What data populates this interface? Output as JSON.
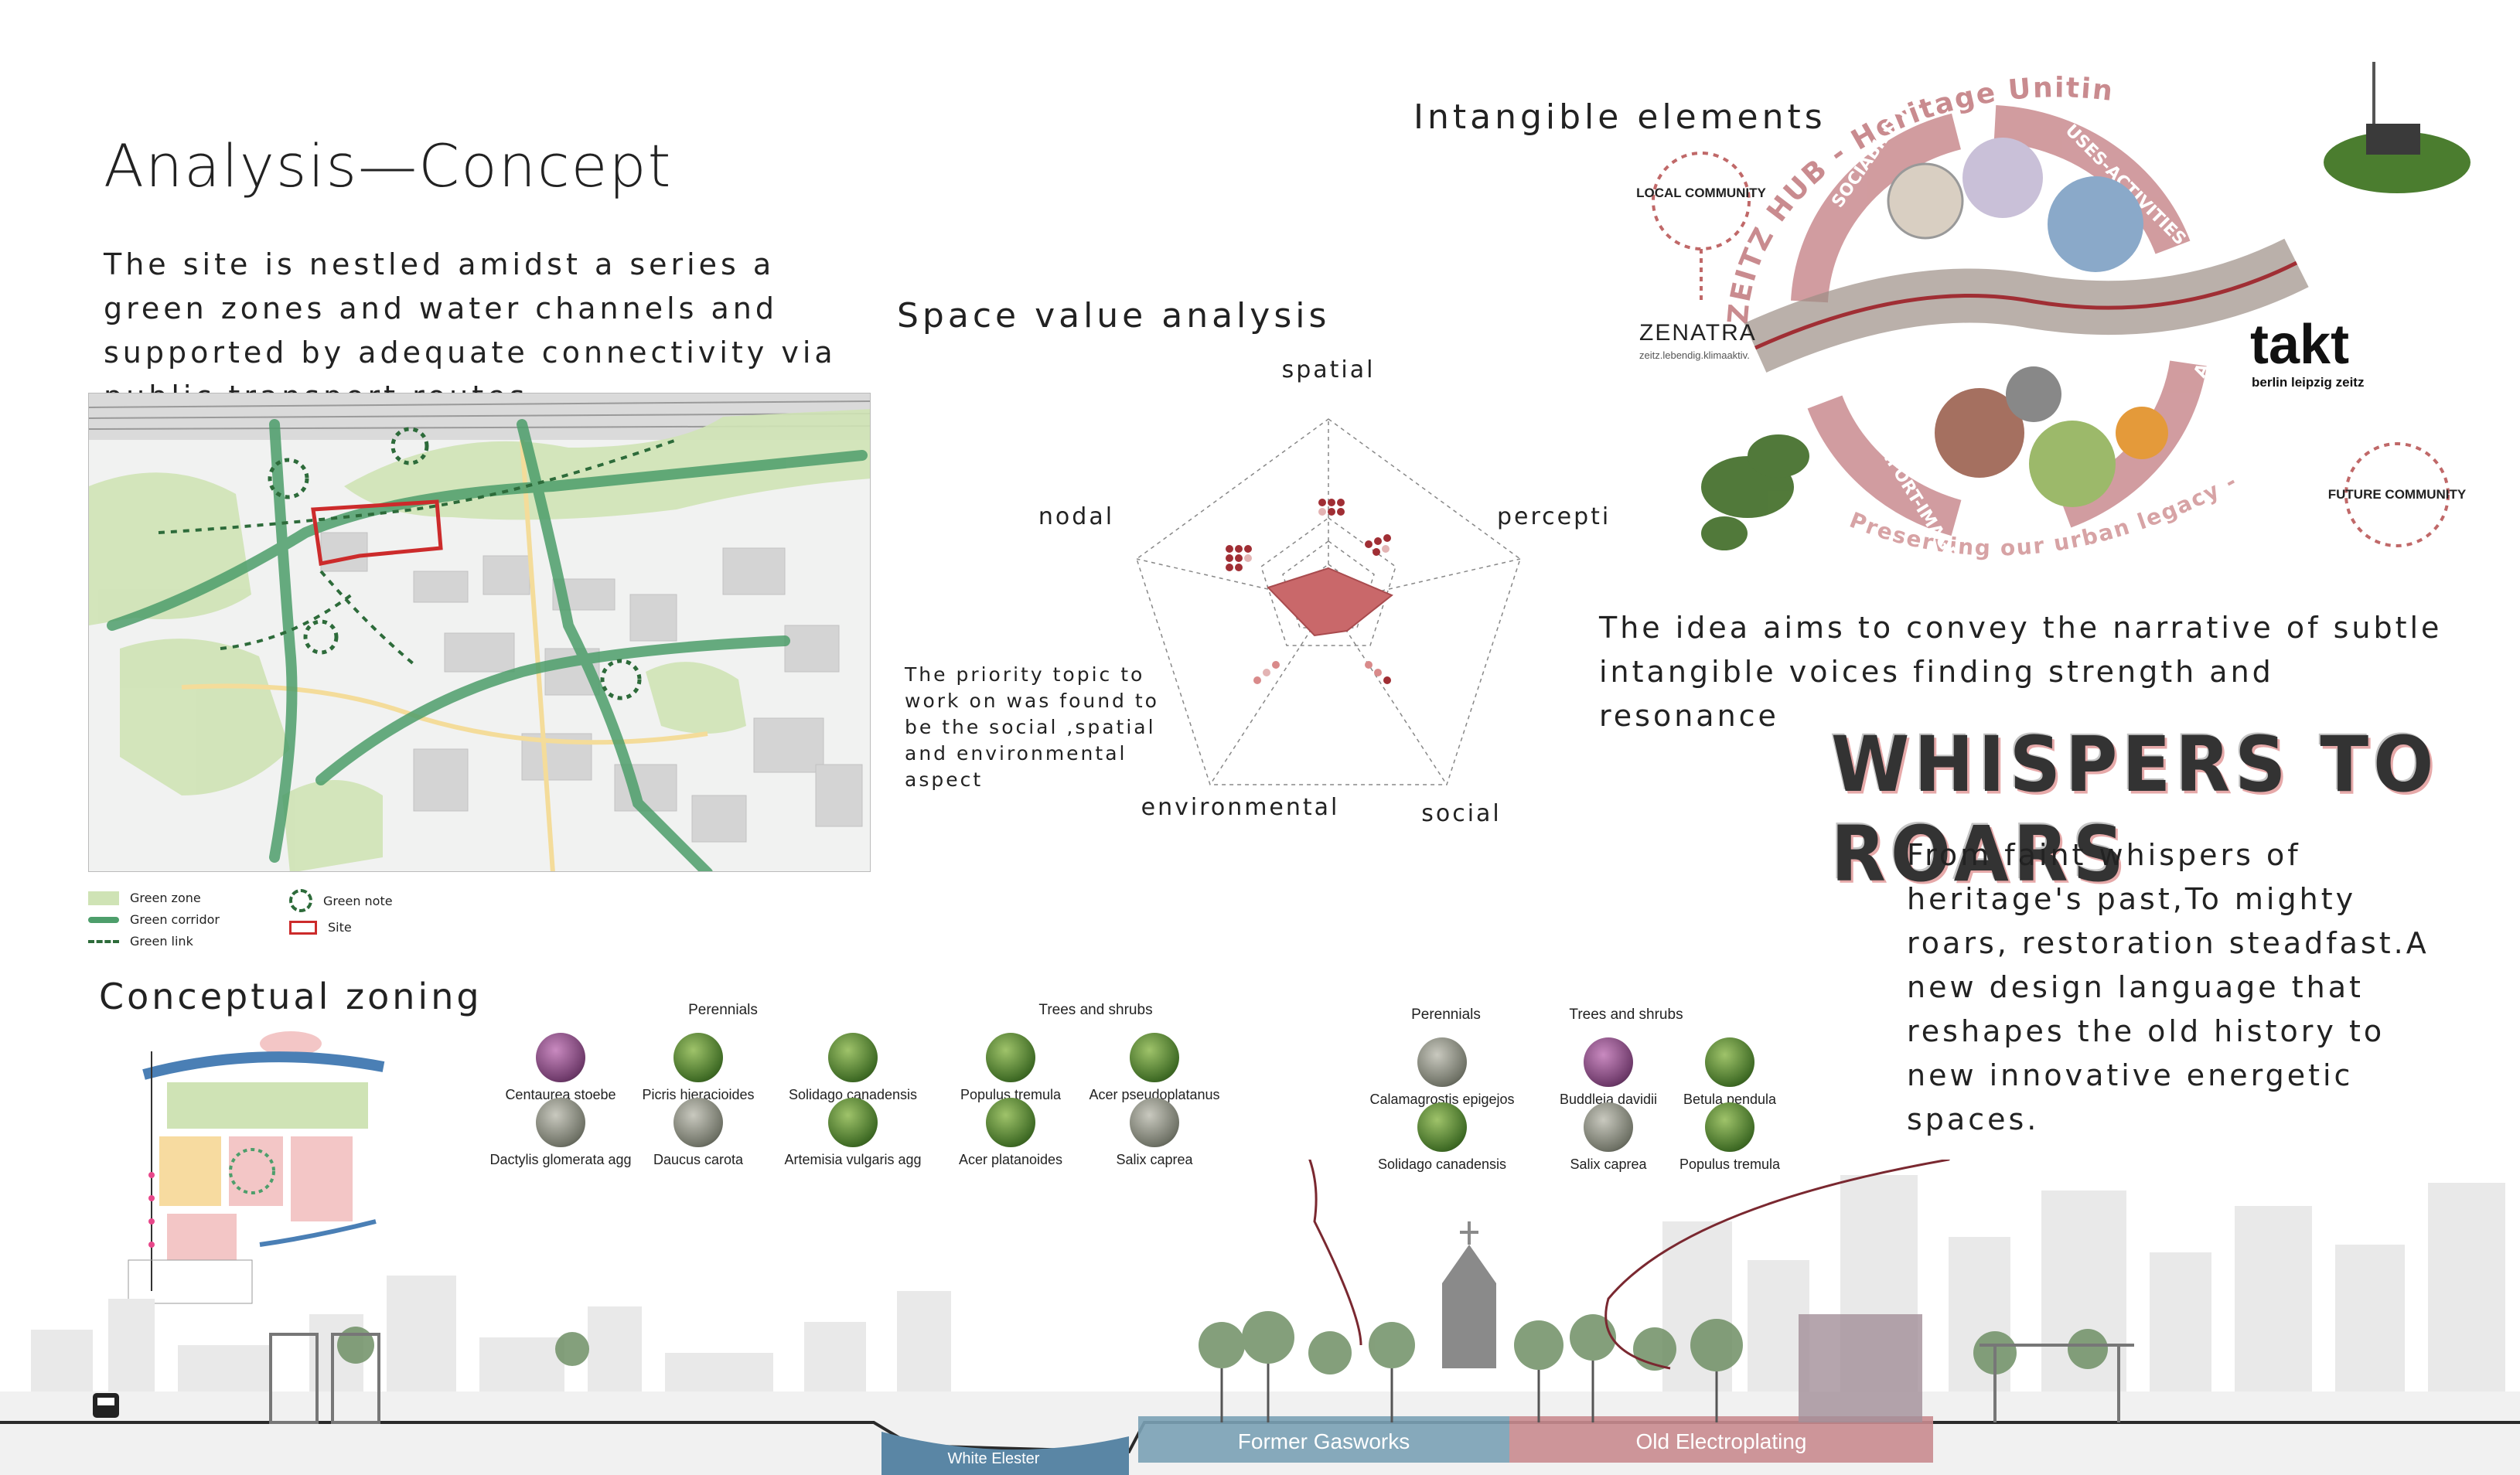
{
  "title": "Analysis—Concept",
  "intro": "The site is nestled amidst a series a green zones and water channels and supported by adequate connectivity via public transport routes",
  "legend": {
    "green_zone": "Green zone",
    "green_corridor": "Green corridor",
    "green_link": "Green link",
    "green_note": "Green note",
    "site": "Site"
  },
  "zoning_title": "Conceptual zoning",
  "space_value": {
    "title": "Space value analysis",
    "axes": [
      "spatial",
      "perceptial",
      "social",
      "environmental",
      "nodal"
    ],
    "priority_note": "The priority topic to work on was found to be the social ,spatial and environmental aspect"
  },
  "intangible": {
    "title": "Intangible elements",
    "hub_title": "ZEITZ HUB - Heritage Uniting the Borough",
    "hub_subtitle": "Preserving our urban legacy - Shaping our future",
    "sectors": [
      "SOCIABILITY",
      "USES-ACTIVITIES",
      "ACCESS-LINKAGES",
      "COMFORT-IMAGE"
    ],
    "local_community": "LOCAL COMMUNITY",
    "future_community": "FUTURE COMMUNITY",
    "zenatra": "ZENATRA",
    "zenatra_tag": "zeitz.lebendig.klimaaktiv.",
    "takt": "takt",
    "takt_tag": "berlin leipzig zeitz"
  },
  "idea": "The idea aims to convey the narrative of subtle intangible voices finding strength and resonance",
  "headline": "WHISPERS TO ROARS",
  "poem": "From faint whispers of heritage's past,To mighty roars, restoration steadfast.A new design language that reshapes the old history to new innovative energetic spaces.",
  "plants_left": {
    "perennials_label": "Perennials",
    "trees_label": "Trees and shrubs",
    "items": [
      "Centaurea stoebe",
      "Picris hieracioides",
      "Solidago canadensis",
      "Populus tremula",
      "Acer pseudoplatanus",
      "Dactylis glomerata agg",
      "Daucus carota",
      "Artemisia vulgaris agg",
      "Acer platanoides",
      "Salix caprea"
    ]
  },
  "plants_right": {
    "perennials_label": "Perennials",
    "trees_label": "Trees and shrubs",
    "items": [
      "Calamagrostis epigejos",
      "Buddleja davidii",
      "Betula pendula",
      "Solidago canadensis",
      "Salix caprea",
      "Populus tremula"
    ]
  },
  "section": {
    "river": "White Elester",
    "zone1": "Former Gasworks",
    "zone2": "Old Electroplating"
  },
  "colors": {
    "green": "#4a9a6a",
    "site_red": "#cc2b2b",
    "radar_fill": "#c9686a",
    "gasworks": "#6d97ad",
    "electroplating": "#c98b8f"
  }
}
